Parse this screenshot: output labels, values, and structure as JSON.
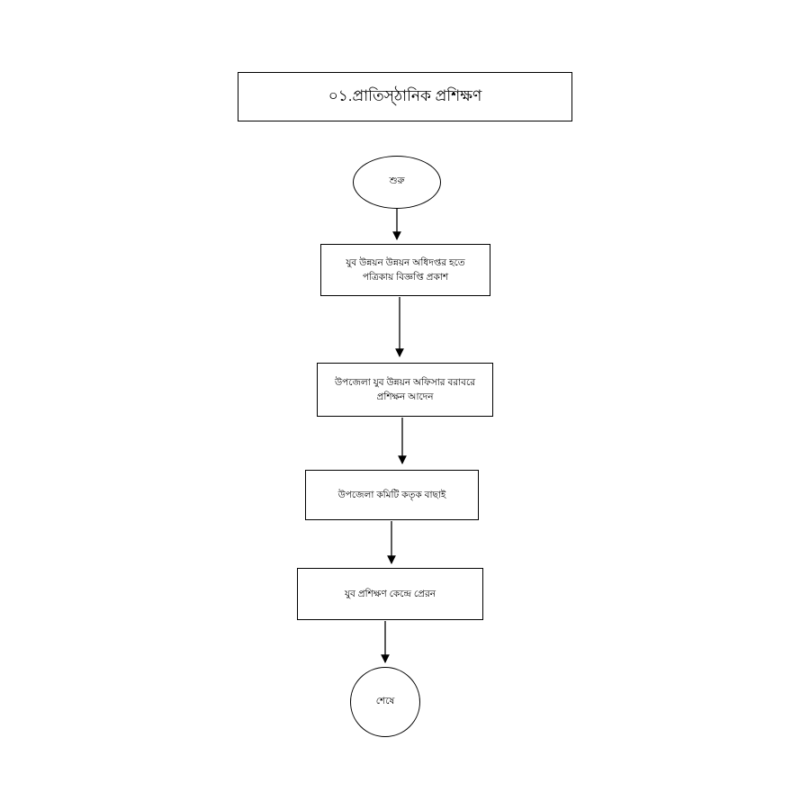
{
  "page": {
    "background_color": "#ffffff",
    "line_color": "#000000"
  },
  "title_box": {
    "label": "০১.প্রাতিস্ঠানিক প্রশিক্ষণ"
  },
  "flowchart": {
    "type": "vertical-flow",
    "start_node": {
      "shape": "ellipse",
      "label": "শুরু"
    },
    "steps": [
      {
        "shape": "rectangle",
        "label": "যুব উন্নয়ন উন্নয়ন অধিদপ্তর হতে পত্রিকায় বিজ্ঞপ্তি প্রকাশ"
      },
      {
        "shape": "rectangle",
        "label": "উপজেলা যুব উন্নয়ন অফিসার বরাবরে প্রশিক্ষন আদেন"
      },
      {
        "shape": "rectangle",
        "label": "উপজেলা কমিটি কতৃক বাছাই"
      },
      {
        "shape": "rectangle",
        "label": "যুব প্রশিক্ষণ কেন্দ্রে প্রেরন"
      }
    ],
    "end_node": {
      "shape": "circle",
      "label": "শেষে"
    },
    "connector_count": 5
  }
}
